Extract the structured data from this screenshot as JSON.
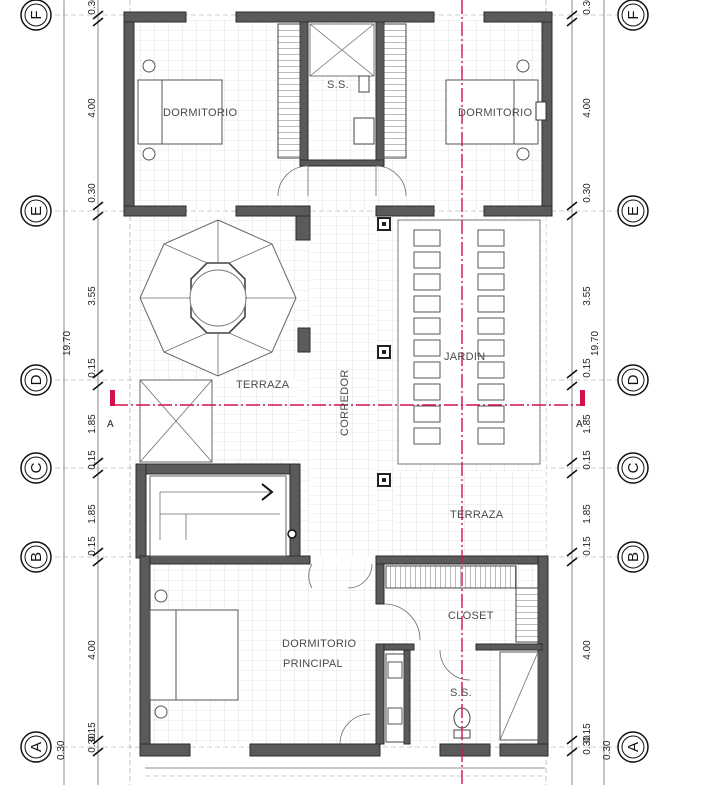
{
  "rooms": {
    "bedroom_left": "DORMITORIO",
    "bath_top": "S.S.",
    "bedroom_right": "DORMITORIO",
    "terrace_left": "TERRAZA",
    "corridor": "CORREDOR",
    "garden": "JARDIN",
    "terrace_right": "TERRAZA",
    "master_bed_line1": "DORMITORIO",
    "master_bed_line2": "PRINCIPAL",
    "closet": "CLOSET",
    "bath_bottom": "S.S."
  },
  "axes": [
    "F",
    "E",
    "D",
    "C",
    "B",
    "A"
  ],
  "dims_left": [
    "0.30",
    "4.00",
    "0.30",
    "3.55",
    "0.15",
    "1.85",
    "0.15",
    "1.85",
    "0.15",
    "4.00",
    "0.30",
    "0.15"
  ],
  "dims_right": [
    "0.30",
    "4.00",
    "0.30",
    "3.55",
    "0.15",
    "1.85",
    "0.15",
    "1.85",
    "0.15",
    "4.00",
    "0.15",
    "0.30"
  ],
  "total_left": "19.70",
  "total_right": "19.70",
  "bottom_extra_left": "0.30",
  "bottom_extra_right": "0.30",
  "section": {
    "left": "A",
    "right": "A'"
  },
  "colors": {
    "section_line": "#d1134a",
    "walls": "#5a5a5a"
  }
}
